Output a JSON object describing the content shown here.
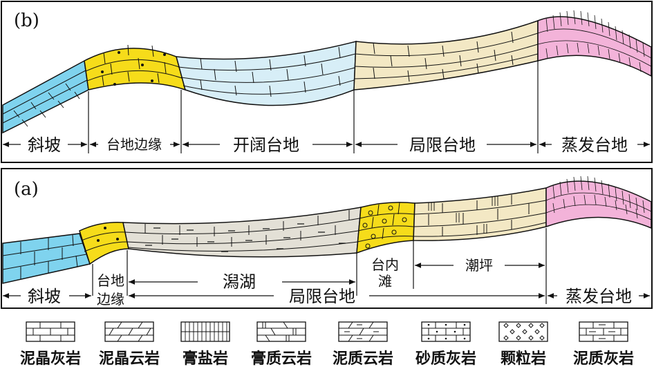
{
  "panel_b": {
    "label": "(b)",
    "zones": [
      "斜坡",
      "台地边缘",
      "开阔台地",
      "局限台地",
      "蒸发台地"
    ]
  },
  "panel_a": {
    "label": "(a)",
    "zones_top": [
      "台内",
      "潮坪"
    ],
    "zone_shoal_line2": "滩",
    "zone_margin_line1": "台地",
    "zone_margin_line2": "边缘",
    "zone_lagoon": "潟湖",
    "zones_bottom": [
      "斜坡",
      "局限台地",
      "蒸发台地"
    ]
  },
  "legend": [
    "泥晶灰岩",
    "泥晶云岩",
    "膏盐岩",
    "膏质云岩",
    "泥质云岩",
    "砂质灰岩",
    "颗粒岩",
    "泥质灰岩"
  ],
  "colors": {
    "slope_blue": "#7fd3ee",
    "margin_yellow": "#f6dc1a",
    "open_light_blue": "#d7eef7",
    "restricted_beige": "#f3e8c4",
    "evaporite_pink": "#f3b3d9",
    "lagoon_gray": "#e3e0d6"
  }
}
